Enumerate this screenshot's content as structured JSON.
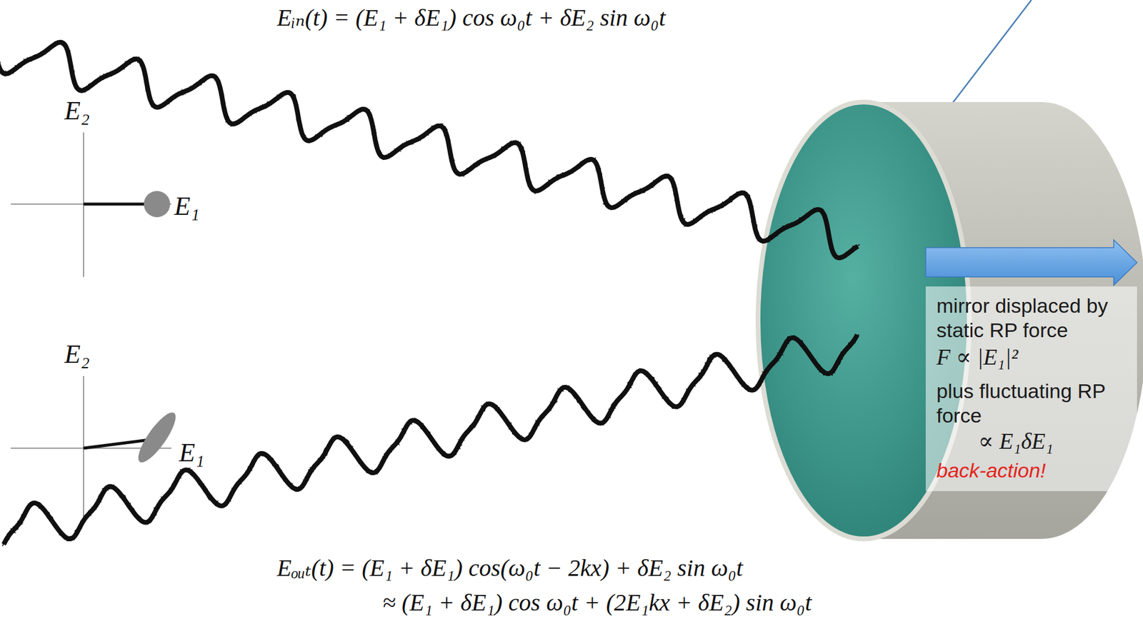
{
  "diagram": {
    "nodes": [
      {
        "text": [
          "mirror displaced by static RP force",
          "F ∝ |E₁|²",
          "plus fluctuating RP force",
          "∝ E₁δE₁",
          "back-action!"
        ]
      }
    ],
    "labels": [
      "Eᵢₙ(t) = (E₁ + δE₁) cos ω₀t + δE₂ sin ω₀t",
      "E₂",
      "E₁",
      "E₂",
      "E₁",
      "Eₒᵤₜ(t) = (E₁ + δE₁) cos(ω₀t − 2kx) + δE₂ sin ω₀t",
      "≈ (E₁ + δE₁) cos ω₀t + (2E₁kx + δE₂) sin ω₀t"
    ]
  }
}
